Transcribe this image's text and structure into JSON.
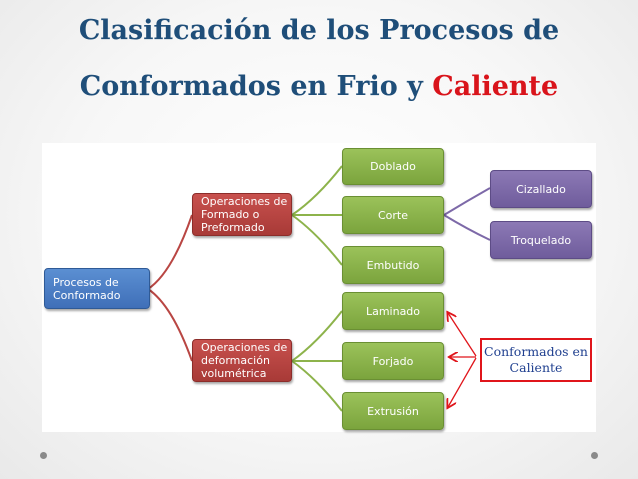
{
  "title": {
    "line1": "Clasificación de los Procesos de",
    "line2_prefix": "Conformados en Frio y ",
    "line2_highlight": "Caliente"
  },
  "diagram": {
    "root": "Procesos de Conformado",
    "branches": [
      {
        "label": "Operaciones de Formado o Preformado",
        "children": [
          "Doblado",
          "Corte",
          "Embutido"
        ]
      },
      {
        "label": "Operaciones de deformación volumétrica",
        "children": [
          "Laminado",
          "Forjado",
          "Extrusión"
        ]
      }
    ],
    "corte_children": [
      "Cizallado",
      "Troquelado"
    ],
    "callout": "Conformados en Caliente"
  },
  "colors": {
    "title": "#1f4e79",
    "highlight": "#d9141b",
    "root_box": "#4a7cc4",
    "branch_box": "#b94643",
    "leaf_box": "#8db34b",
    "sub_leaf_box": "#7d69a8",
    "callout_border": "#e0151b",
    "callout_text": "#1f3f8f"
  }
}
